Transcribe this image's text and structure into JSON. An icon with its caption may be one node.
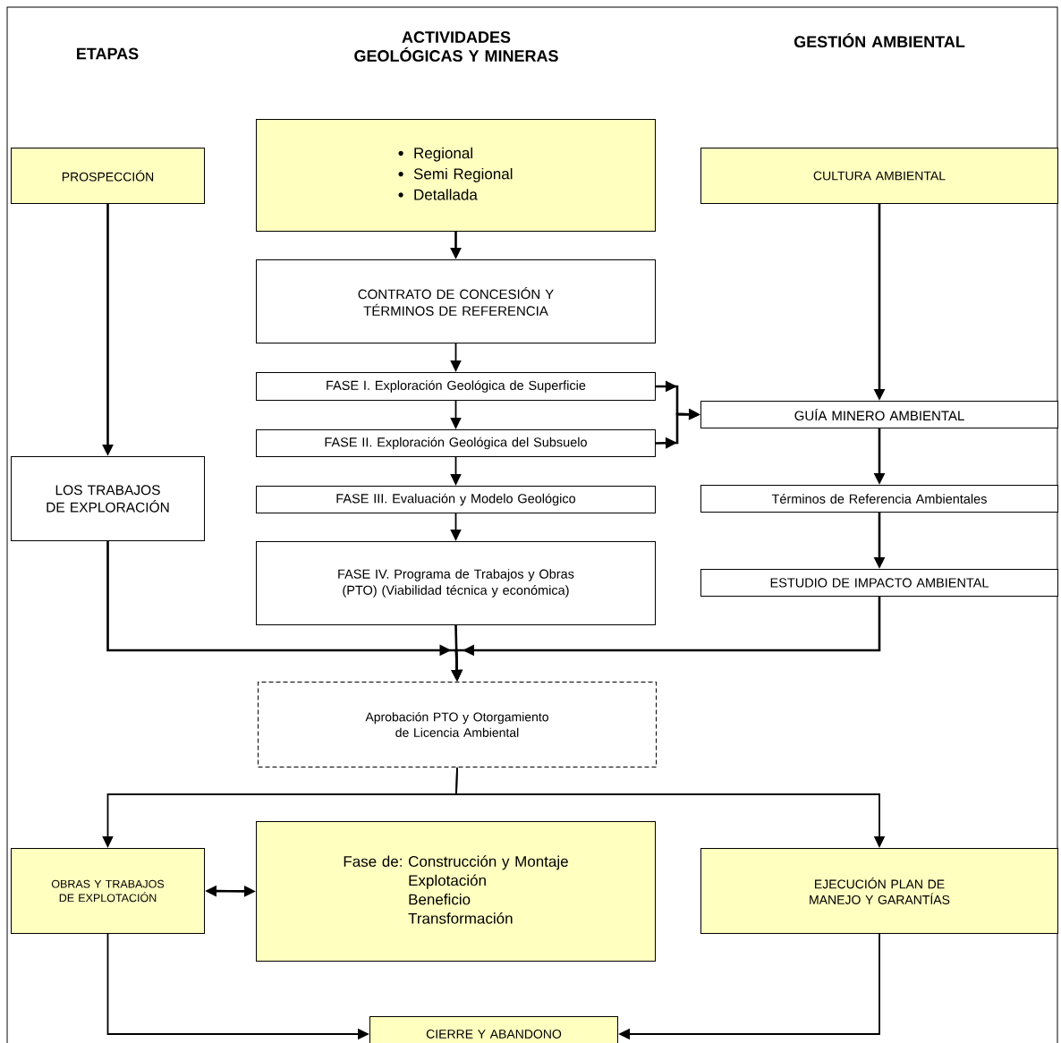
{
  "diagram": {
    "nodes": [
      {
        "text": [
          "PROSPECCIÓN"
        ]
      },
      {
        "text": [
          "Regional",
          "Semi Regional",
          "Detallada"
        ]
      },
      {
        "text": [
          "CULTURA AMBIENTAL"
        ]
      },
      {
        "text": [
          "CONTRATO DE CONCESIÓN Y TÉRMINOS DE REFERENCIA"
        ]
      },
      {
        "text": [
          "FASE I. Exploración Geológica de Superficie"
        ]
      },
      {
        "text": [
          "FASE II. Exploración Geológica del Subsuelo"
        ]
      },
      {
        "text": [
          "GUÍA MINERO AMBIENTAL"
        ]
      },
      {
        "text": [
          "LOS TRABAJOS DE EXPLORACIÓN"
        ]
      },
      {
        "text": [
          "FASE III. Evaluación y Modelo Geológico"
        ]
      },
      {
        "text": [
          "Términos de Referencia Ambientales"
        ]
      },
      {
        "text": [
          "FASE IV. Programa de Trabajos y Obras (PTO) (Viabilidad técnica y económica)"
        ]
      },
      {
        "text": [
          "ESTUDIO DE IMPACTO AMBIENTAL"
        ]
      },
      {
        "text": [
          "Aprobación PTO y Otorgamiento de Licencia Ambiental"
        ]
      },
      {
        "text": [
          "OBRAS Y TRABAJOS DE EXPLOTACIÓN"
        ]
      },
      {
        "text": [
          "Fase de:",
          "Construcción y Montaje",
          "Explotación",
          "Beneficio",
          "Transformación"
        ]
      },
      {
        "text": [
          "EJECUCIÓN PLAN DE MANEJO Y GARANTÍAS"
        ]
      },
      {
        "text": [
          "CIERRE Y ABANDONO"
        ]
      }
    ],
    "edges": [
      {
        "from": 0,
        "to": 7,
        "arrow": "to"
      },
      {
        "from": 1,
        "to": 3,
        "arrow": "to"
      },
      {
        "from": 2,
        "to": 6,
        "arrow": "to"
      },
      {
        "from": 3,
        "to": 4,
        "arrow": "to"
      },
      {
        "from": 4,
        "to": 5,
        "arrow": "to"
      },
      {
        "from": 4,
        "to": 6,
        "arrow": "to"
      },
      {
        "from": 5,
        "to": 6,
        "arrow": "to"
      },
      {
        "from": 5,
        "to": 8,
        "arrow": "to"
      },
      {
        "from": 6,
        "to": 9,
        "arrow": "to"
      },
      {
        "from": 8,
        "to": 10,
        "arrow": "to"
      },
      {
        "from": 9,
        "to": 11,
        "arrow": "to"
      },
      {
        "from": 7,
        "to": 12,
        "arrow": "to"
      },
      {
        "from": 10,
        "to": 12,
        "arrow": "to"
      },
      {
        "from": 11,
        "to": 12,
        "arrow": "to"
      },
      {
        "from": 12,
        "to": 13,
        "arrow": "to"
      },
      {
        "from": 12,
        "to": 15,
        "arrow": "to"
      },
      {
        "from": 13,
        "to": 14,
        "arrow": "both"
      },
      {
        "from": 13,
        "to": 16,
        "arrow": "to"
      },
      {
        "from": 15,
        "to": 16,
        "arrow": "to"
      }
    ],
    "labels": [
      "ETAPAS",
      "ACTIVIDADES GEOLÓGICAS Y MINERAS",
      "GESTIÓN AMBIENTAL"
    ]
  }
}
